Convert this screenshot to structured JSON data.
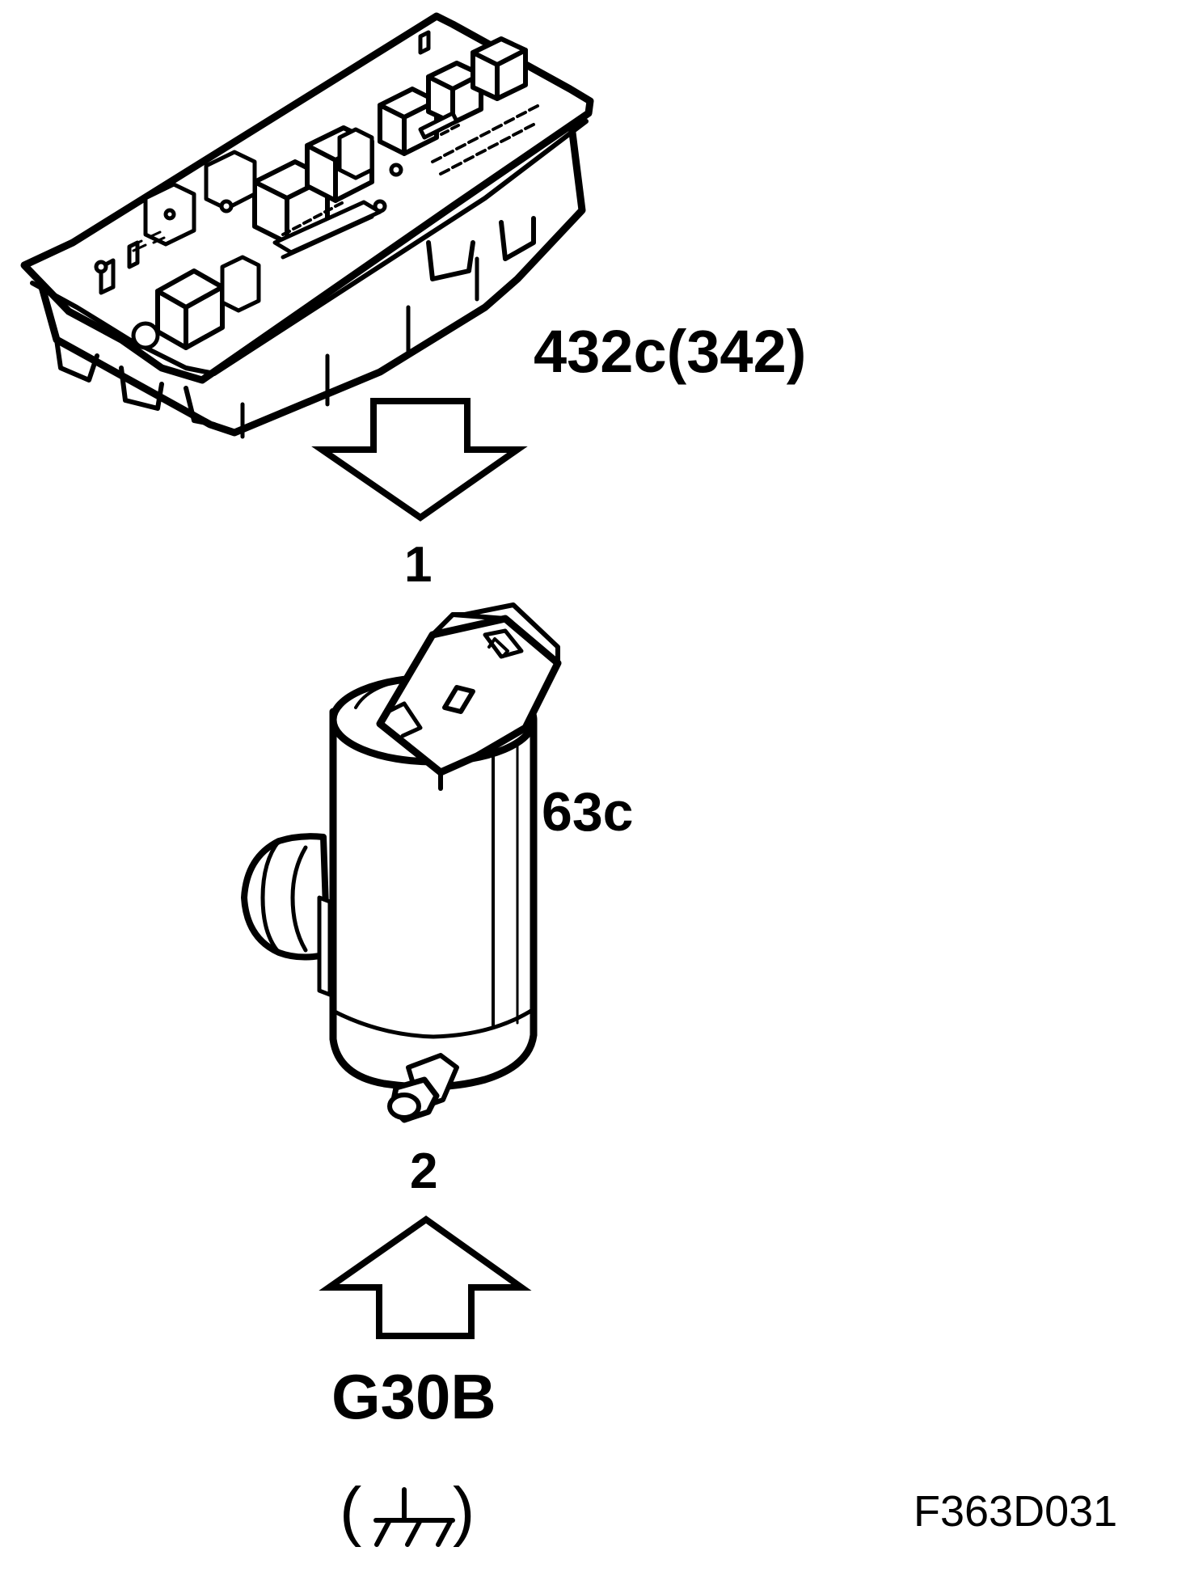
{
  "labels": {
    "fuse_box": "432c(342)",
    "pin_top": "1",
    "pump": "63c",
    "pin_bottom": "2",
    "ground": "G30B",
    "figure_id": "F363D031"
  },
  "ground_symbol": {
    "open_paren": "(",
    "close_paren": ")",
    "icon": "chassis-ground-icon"
  },
  "arrows": [
    {
      "name": "arrow-fusebox-to-pin1",
      "direction": "down"
    },
    {
      "name": "arrow-ground-to-pin2",
      "direction": "up"
    }
  ],
  "components": [
    {
      "ref": "432c(342)",
      "icon": "fuse-relay-box-icon"
    },
    {
      "ref": "63c",
      "icon": "washer-pump-icon"
    }
  ]
}
